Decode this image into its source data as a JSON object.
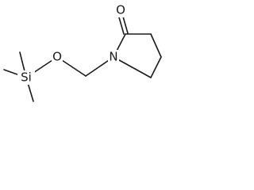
{
  "structure": {
    "atoms": {
      "oxygen_carbonyl": "O",
      "nitrogen": "N",
      "oxygen_ether": "O",
      "silicon": "Si"
    }
  }
}
